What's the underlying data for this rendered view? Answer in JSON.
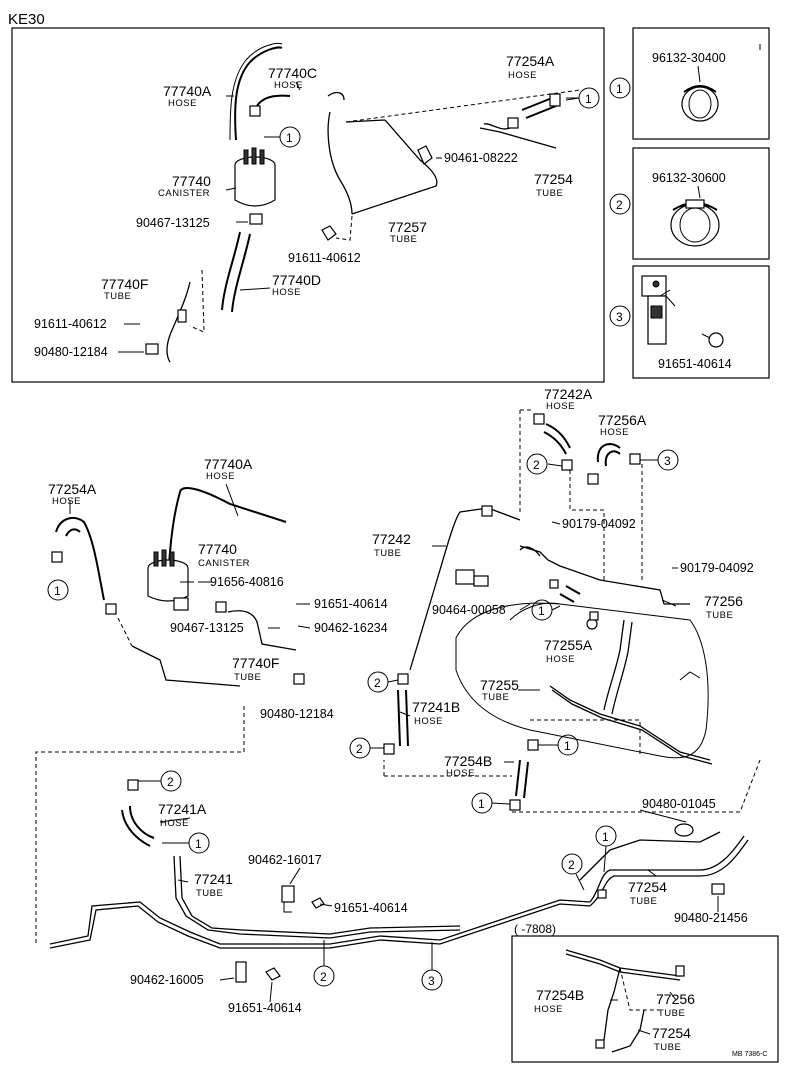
{
  "header": {
    "model": "KE30"
  },
  "footer": {
    "code": "MB 7386-C"
  },
  "inset": {
    "label": "(  -7808)"
  },
  "callout_legend": [
    {
      "num": "1",
      "part": "96132-30400"
    },
    {
      "num": "2",
      "part": "96132-30600"
    },
    {
      "num": "3",
      "part": "91651-40614"
    }
  ],
  "labels": [
    {
      "id": "a1",
      "text": "77740A",
      "sub": "HOSE"
    },
    {
      "id": "a2",
      "text": "77740C",
      "sub": "HOSE"
    },
    {
      "id": "a3",
      "text": "77254A",
      "sub": "HOSE"
    },
    {
      "id": "a4",
      "text": "77740",
      "sub": "CANISTER"
    },
    {
      "id": "a5",
      "text": "90461-08222",
      "sub": ""
    },
    {
      "id": "a6",
      "text": "77254",
      "sub": "TUBE"
    },
    {
      "id": "a7",
      "text": "90467-13125",
      "sub": ""
    },
    {
      "id": "a8",
      "text": "77257",
      "sub": "TUBE"
    },
    {
      "id": "a9",
      "text": "91611-40612",
      "sub": ""
    },
    {
      "id": "a10",
      "text": "77740F",
      "sub": "TUBE"
    },
    {
      "id": "a11",
      "text": "77740D",
      "sub": "HOSE"
    },
    {
      "id": "a12",
      "text": "91611-40612",
      "sub": ""
    },
    {
      "id": "a13",
      "text": "90480-12184",
      "sub": ""
    },
    {
      "id": "b1",
      "text": "77242A",
      "sub": "HOSE"
    },
    {
      "id": "b2",
      "text": "77256A",
      "sub": "HOSE"
    },
    {
      "id": "b3",
      "text": "77740A",
      "sub": "HOSE"
    },
    {
      "id": "b4",
      "text": "77254A",
      "sub": "HOSE"
    },
    {
      "id": "b5",
      "text": "77242",
      "sub": "TUBE"
    },
    {
      "id": "b6",
      "text": "90179-04092",
      "sub": ""
    },
    {
      "id": "b7",
      "text": "77740",
      "sub": "CANISTER"
    },
    {
      "id": "b8",
      "text": "91656-40816",
      "sub": ""
    },
    {
      "id": "b9",
      "text": "90179-04092",
      "sub": ""
    },
    {
      "id": "b10",
      "text": "90464-00058",
      "sub": ""
    },
    {
      "id": "b11",
      "text": "91651-40614",
      "sub": ""
    },
    {
      "id": "b12",
      "text": "77256",
      "sub": "TUBE"
    },
    {
      "id": "b13",
      "text": "90467-13125",
      "sub": ""
    },
    {
      "id": "b14",
      "text": "90462-16234",
      "sub": ""
    },
    {
      "id": "b15",
      "text": "77255A",
      "sub": "HOSE"
    },
    {
      "id": "b16",
      "text": "77740F",
      "sub": "TUBE"
    },
    {
      "id": "b17",
      "text": "77255",
      "sub": "TUBE"
    },
    {
      "id": "b18",
      "text": "90480-12184",
      "sub": ""
    },
    {
      "id": "b19",
      "text": "77241B",
      "sub": "HOSE"
    },
    {
      "id": "b20",
      "text": "77254B",
      "sub": "HOSE"
    },
    {
      "id": "c1",
      "text": "77241A",
      "sub": "HOSE"
    },
    {
      "id": "c2",
      "text": "90480-01045",
      "sub": ""
    },
    {
      "id": "c3",
      "text": "90462-16017",
      "sub": ""
    },
    {
      "id": "c4",
      "text": "77241",
      "sub": "TUBE"
    },
    {
      "id": "c5",
      "text": "77254",
      "sub": "TUBE"
    },
    {
      "id": "c6",
      "text": "91651-40614",
      "sub": ""
    },
    {
      "id": "c7",
      "text": "90480-21456",
      "sub": ""
    },
    {
      "id": "c8",
      "text": "90462-16005",
      "sub": ""
    },
    {
      "id": "c9",
      "text": "91651-40614",
      "sub": ""
    },
    {
      "id": "c10",
      "text": "77254B",
      "sub": "HOSE"
    },
    {
      "id": "c11",
      "text": "77256",
      "sub": "TUBE"
    },
    {
      "id": "c12",
      "text": "77254",
      "sub": "TUBE"
    }
  ],
  "callouts": [
    {
      "id": "k1",
      "num": "1"
    },
    {
      "id": "k2",
      "num": "1"
    },
    {
      "id": "k3",
      "num": "1"
    },
    {
      "id": "k4",
      "num": "2"
    },
    {
      "id": "k5",
      "num": "3"
    },
    {
      "id": "k6",
      "num": "2"
    },
    {
      "id": "k7",
      "num": "1"
    },
    {
      "id": "k8",
      "num": "1"
    },
    {
      "id": "k9",
      "num": "1"
    },
    {
      "id": "k10",
      "num": "2"
    },
    {
      "id": "k11",
      "num": "2"
    },
    {
      "id": "k12",
      "num": "1"
    },
    {
      "id": "k13",
      "num": "1"
    },
    {
      "id": "k14",
      "num": "2"
    },
    {
      "id": "k15",
      "num": "2"
    },
    {
      "id": "k16",
      "num": "3"
    },
    {
      "id": "k17",
      "num": "3"
    },
    {
      "id": "k18",
      "num": "3"
    },
    {
      "id": "k19",
      "num": "3"
    }
  ]
}
